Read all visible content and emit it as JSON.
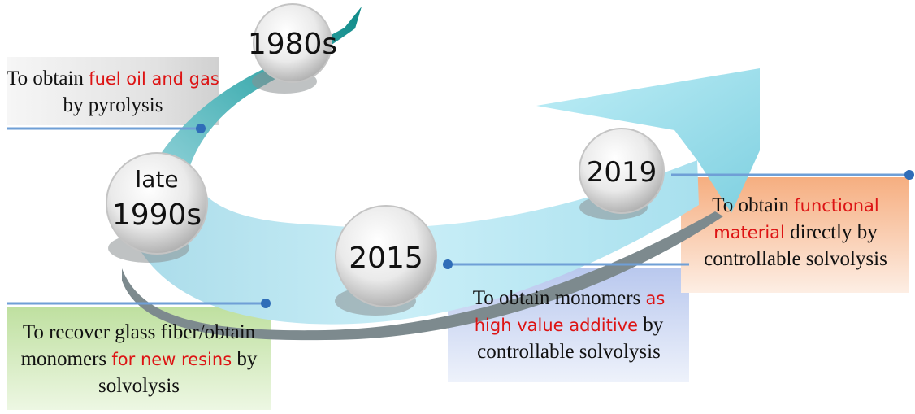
{
  "milestones": {
    "m1980": {
      "year": "1980s"
    },
    "m1990": {
      "year_line1": "late",
      "year_line2": "1990s"
    },
    "m2015": {
      "year": "2015"
    },
    "m2019": {
      "year": "2019"
    }
  },
  "notes": {
    "pyrolysis": {
      "pre": "To obtain ",
      "hl": "fuel oil and gas",
      "post": " by pyrolysis"
    },
    "glass_fiber": {
      "pre": "To recover glass fiber/obtain monomers ",
      "hl": "for new resins",
      "post": " by solvolysis"
    },
    "monomers": {
      "pre": "To obtain monomers ",
      "hl": "as high value additive",
      "post": " by controllable solvolysis"
    },
    "functional": {
      "pre": "To obtain ",
      "hl": "functional material",
      "post": " directly by controllable solvolysis"
    }
  },
  "colors": {
    "highlight": "#dd1414",
    "arrow_teal": "#3aa6a8",
    "arrow_light": "#b9e6f2",
    "connector": "#6f9fd6",
    "box_gray": "#e6e6e6",
    "box_green": "#cfe6b4",
    "box_blue": "#cdd7f0",
    "box_orange": "#f7c19e"
  }
}
